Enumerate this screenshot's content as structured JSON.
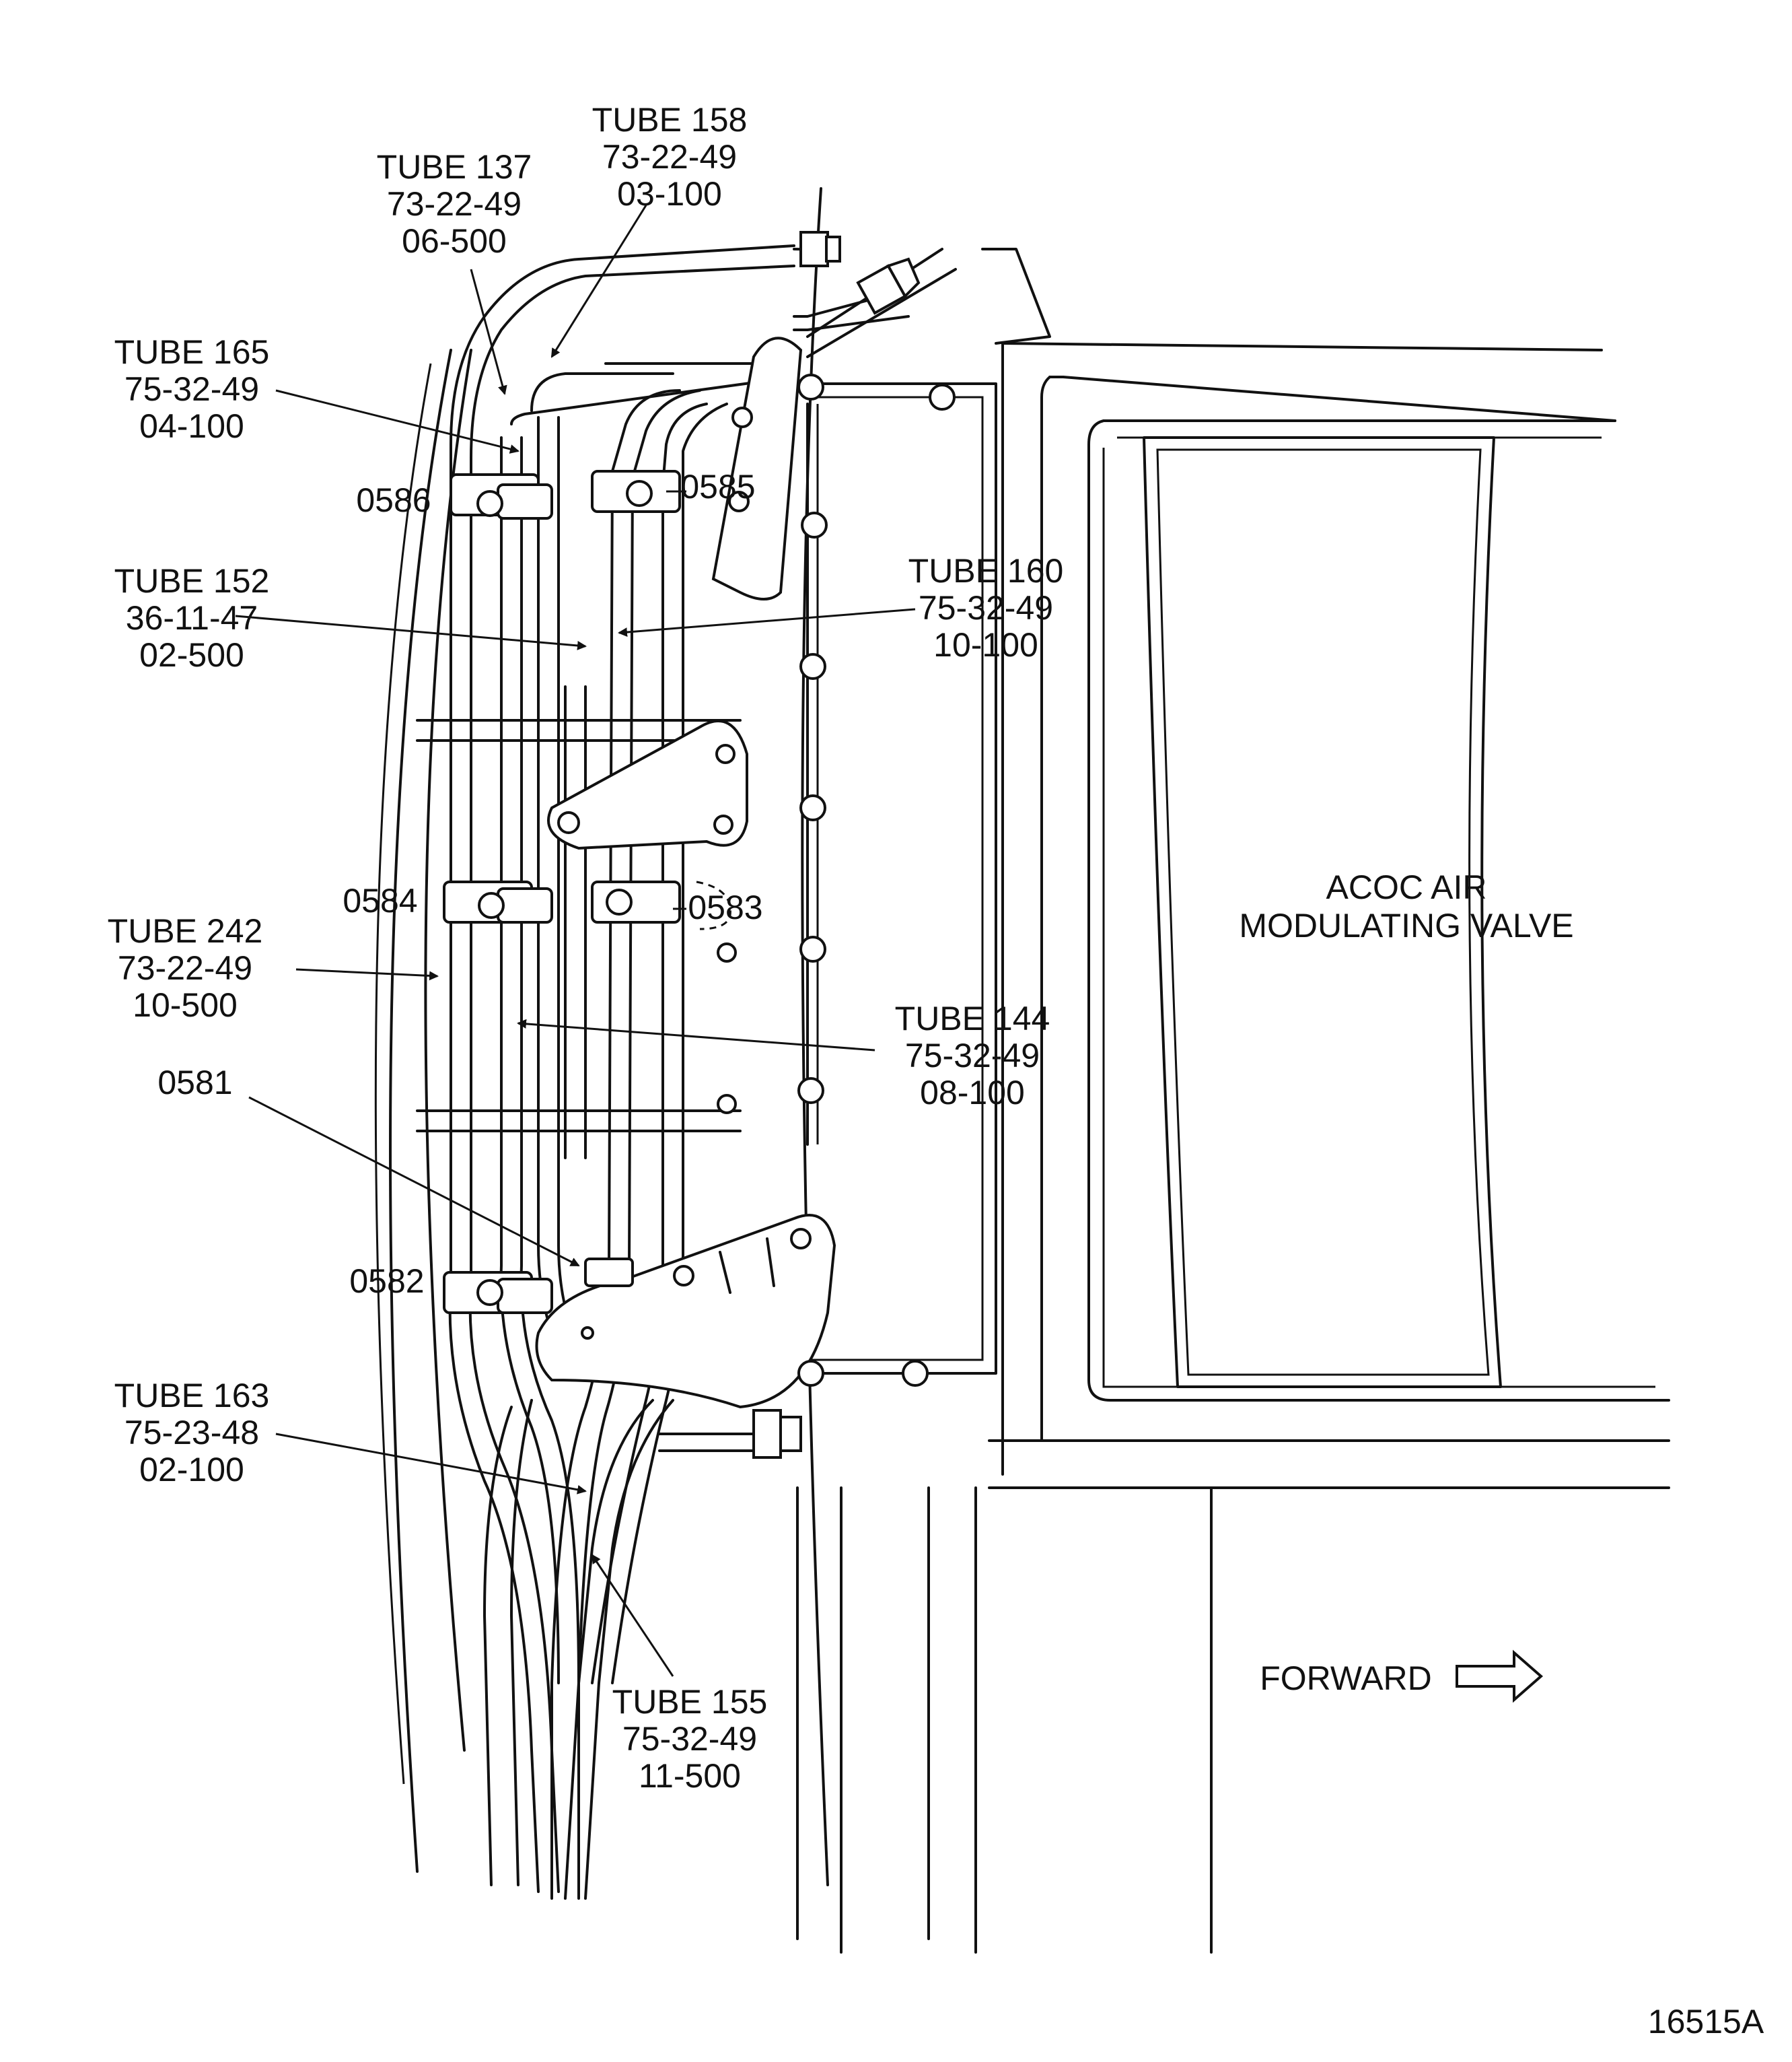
{
  "callouts": {
    "tube158": [
      "TUBE 158",
      "73-22-49",
      "03-100"
    ],
    "tube137": [
      "TUBE 137",
      "73-22-49",
      "06-500"
    ],
    "tube165": [
      "TUBE 165",
      "75-32-49",
      "04-100"
    ],
    "tube152": [
      "TUBE 152",
      "36-11-47",
      "02-500"
    ],
    "tube160": [
      "TUBE 160",
      "75-32-49",
      "10-100"
    ],
    "tube242": [
      "TUBE 242",
      "73-22-49",
      "10-500"
    ],
    "tube144": [
      "TUBE 144",
      "75-32-49",
      "08-100"
    ],
    "tube163": [
      "TUBE 163",
      "75-23-48",
      "02-100"
    ],
    "tube155": [
      "TUBE 155",
      "75-32-49",
      "11-500"
    ]
  },
  "clamps": {
    "c0586": "0586",
    "c0585": "0585",
    "c0584": "0584",
    "c0583": "0583",
    "c0581": "0581",
    "c0582": "0582"
  },
  "valve": [
    "ACOC AIR",
    "MODULATING VALVE"
  ],
  "direction": "FORWARD",
  "figure_number": "16515A"
}
